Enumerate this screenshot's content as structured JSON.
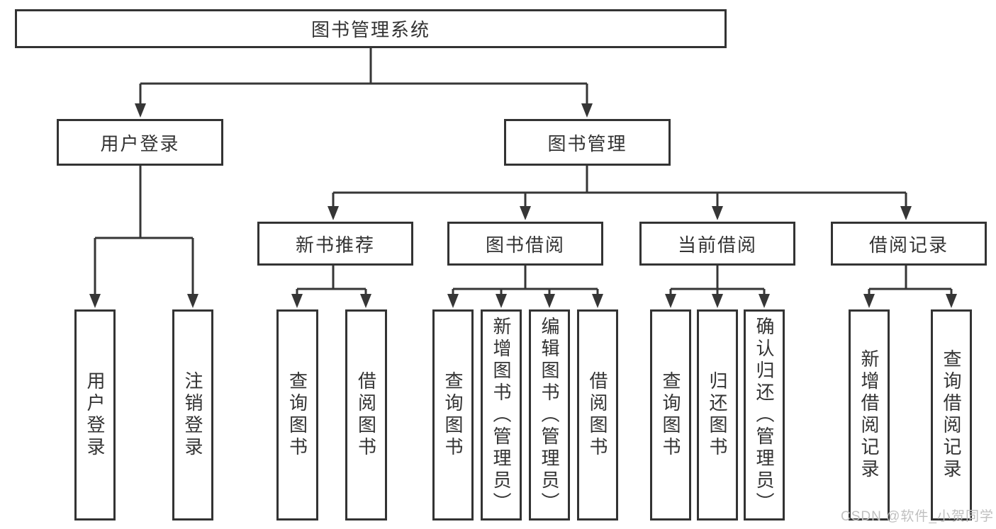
{
  "colors": {
    "line": "#363636",
    "box_border": "#333333",
    "text": "#333333",
    "background": "#ffffff",
    "watermark": "#c0c0c0"
  },
  "watermark": {
    "text": "CSDN @软件_小贺同学"
  },
  "tree": {
    "root": {
      "label": "图书管理系统"
    },
    "branches": [
      {
        "label": "用户登录",
        "children": [
          {
            "label": "用户登录"
          },
          {
            "label": "注销登录"
          }
        ]
      },
      {
        "label": "图书管理",
        "children": [
          {
            "label": "新书推荐",
            "children": [
              {
                "label": "查询图书"
              },
              {
                "label": "借阅图书"
              }
            ]
          },
          {
            "label": "图书借阅",
            "children": [
              {
                "label": "查询图书"
              },
              {
                "label": "新增图书（管理员）"
              },
              {
                "label": "编辑图书（管理员）"
              },
              {
                "label": "借阅图书"
              }
            ]
          },
          {
            "label": "当前借阅",
            "children": [
              {
                "label": "查询图书"
              },
              {
                "label": "归还图书"
              },
              {
                "label": "确认归还（管理员）"
              }
            ]
          },
          {
            "label": "借阅记录",
            "children": [
              {
                "label": "新增借阅记录"
              },
              {
                "label": "查询借阅记录"
              }
            ]
          }
        ]
      }
    ]
  }
}
